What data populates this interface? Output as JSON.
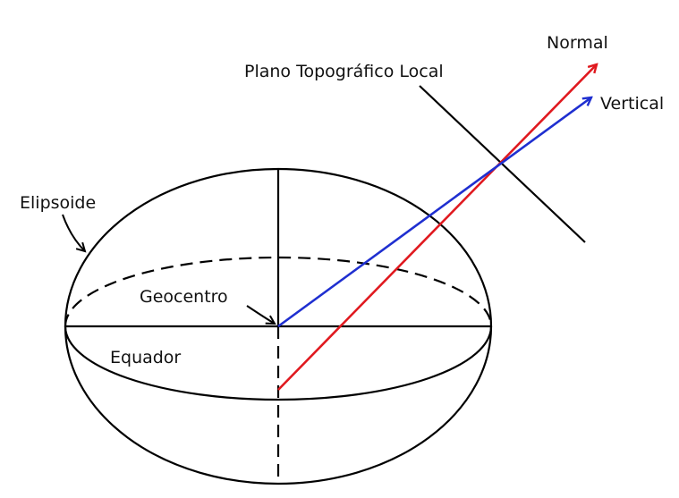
{
  "labels": {
    "normal": "Normal",
    "plane": "Plano Topográfico Local",
    "vertical": "Vertical",
    "ellipsoid": "Elipsoide",
    "geocenter": "Geocentro",
    "equator": "Equador"
  },
  "colors": {
    "outline": "#000000",
    "normal_line": "#e0191f",
    "vertical_line": "#1f2fd0",
    "background": "#ffffff"
  }
}
